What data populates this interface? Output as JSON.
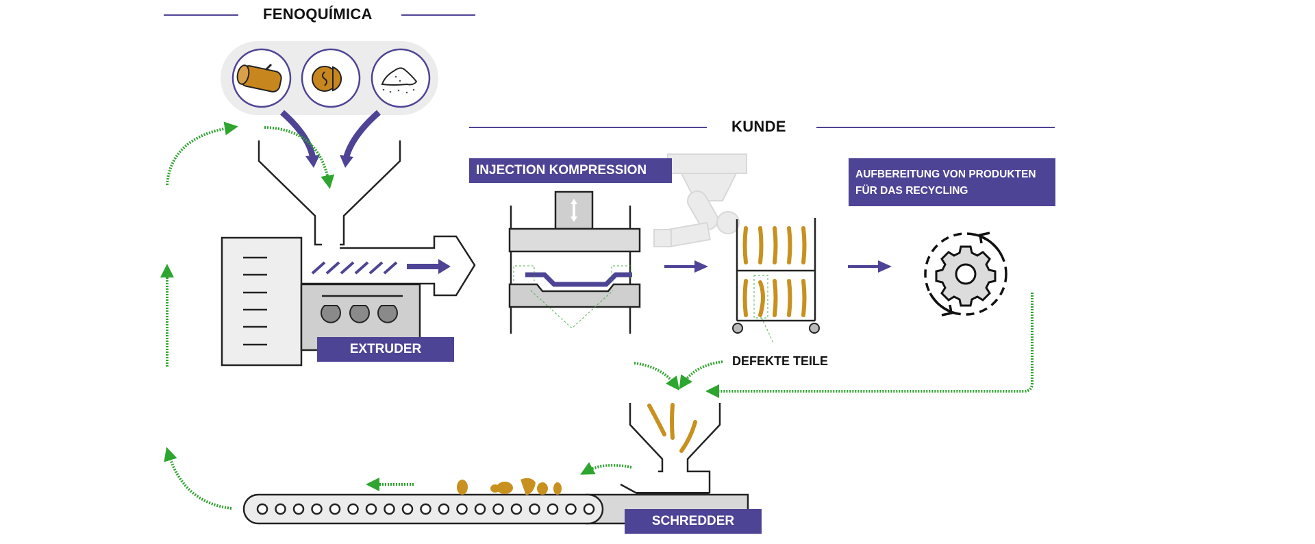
{
  "headers": {
    "supplier": "FENOQUÍMICA",
    "customer": "KUNDE"
  },
  "labels": {
    "extruder": "EXTRUDER",
    "injection": "INJECTION KOMPRESSION",
    "recycling_line1": "AUFBEREITUNG VON PRODUKTEN",
    "recycling_line2": "FÜR DAS RECYCLING",
    "defective": "DEFEKTE TEILE",
    "shredder": "SCHREDDER"
  },
  "raw_materials": [
    {
      "name": "wood-log",
      "icon": "log-icon"
    },
    {
      "name": "walnut",
      "icon": "walnut-icon"
    },
    {
      "name": "powder",
      "icon": "powder-icon"
    }
  ],
  "colors": {
    "accent": "#4e4495",
    "recycle_arrow": "#2ea52e",
    "material": "#c8901e",
    "machine_fill": "#d4d4d4",
    "outline": "#222222"
  },
  "conveyor": {
    "rollers": 19
  }
}
